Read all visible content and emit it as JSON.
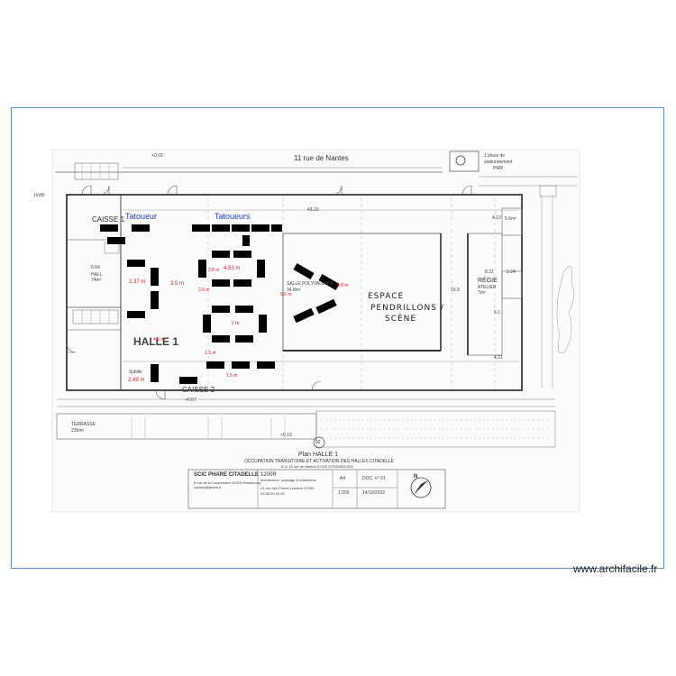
{
  "street": "11 rue de Nantes",
  "level_top": "+0.03",
  "level_left": "1m80",
  "parking": {
    "line1": "1 place de",
    "line2": "stationnement",
    "line3": "PMR"
  },
  "labels": {
    "caisse1": "CAISSE 1",
    "caisse2": "CAISSE 2",
    "tatoueur": "Tatoueur",
    "tatoueurs": "Tatoueurs",
    "halle1": "HALLE 1",
    "sybille": "Sybille",
    "hall": "HALL",
    "hall_area": "74m²",
    "hall_dim": "5.64",
    "salle_poly": "SALLE POLYVALENTE",
    "salle_area": "34.8m²",
    "espace_l1": "ESPACE",
    "espace_l2": "PENDRILLONS /",
    "espace_l3": "SCÈNE",
    "regie": "RÉGIE",
    "atelier": "ATELIER",
    "atelier_area": "7m²",
    "room_area": "5.6m²",
    "terrasse": "TERRASSE",
    "terrasse_area": "236m²",
    "level_mid": "+0.57",
    "level_bottom": "+0.13",
    "marker": "02"
  },
  "dimensions": {
    "d237": "2.37 m",
    "d35": "3.5 m",
    "d453": "4.53 m",
    "d249": "2.49 m",
    "d28": "2.8 m",
    "d26": "2.6 m",
    "d2": "2 m",
    "d56": "5.6 m",
    "d46": "4.6 m",
    "d11": "1.1 m",
    "d15": "1.5 m",
    "d58": "5.8 m",
    "d413": "4.13",
    "d169": "16.9",
    "d831": "8.31",
    "d224": "2.24",
    "d431": "4.31",
    "d61": "6.1",
    "d4310": "43.10"
  },
  "title_block": {
    "plan_title": "Plan HALLE 1",
    "subtitle": "OCCUPATION TRANSITOIRE ET ACTIVATION DES HALLES CITADELLE",
    "address": "11 & 13 rue de Nantes 67100 STRASBOURG",
    "company": "SCIC PHARE CITADELLE",
    "company_sub1": "8 rue de la Coopérative 67000 Strasbourg",
    "company_sub2": "contact@phare.fr",
    "firm": "1200R",
    "firm_sub1": "architecture, paysage & urbanisme",
    "firm_sub2": "21 rue des Frères Lumière 67000",
    "firm_sub3": "03 88 00 00 00",
    "format": "A4",
    "doc": "DOC. n° 01",
    "scale": "1:200",
    "date": "14/10/2022",
    "north": "N"
  },
  "watermark": "www.archifacile.fr"
}
